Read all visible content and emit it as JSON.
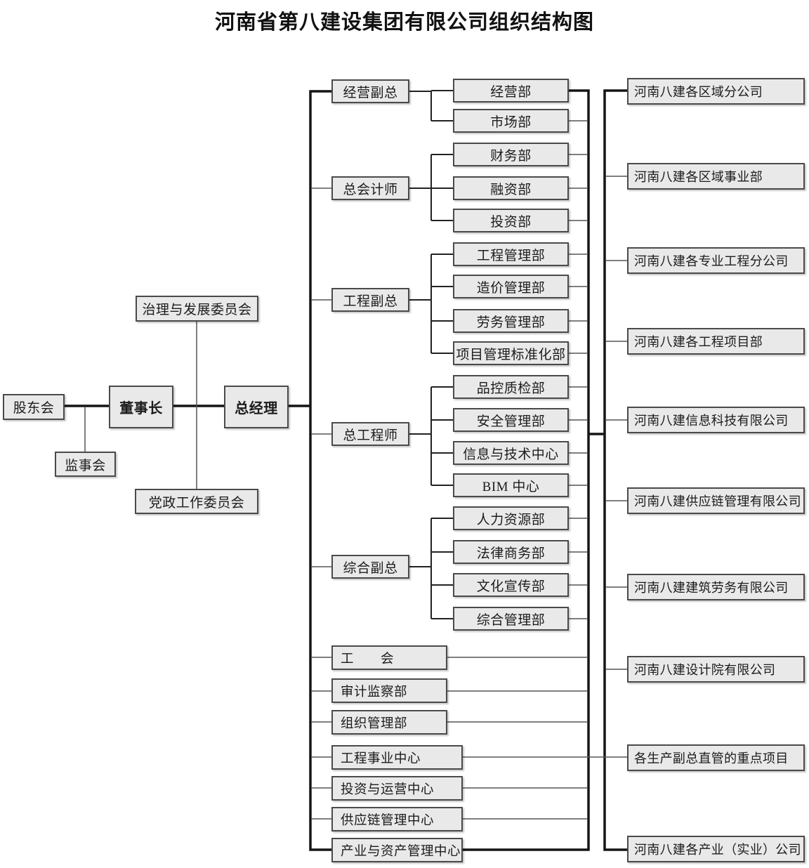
{
  "title": "河南省第八建设集团有限公司组织结构图",
  "governance": {
    "shareholders": "股东会",
    "supervisory_board": "监事会",
    "chairman": "董事长",
    "general_manager": "总经理",
    "governance_committee": "治理与发展委员会",
    "party_committee": "党政工作委员会"
  },
  "executives": [
    {
      "label": "经营副总",
      "departments": [
        "经营部",
        "市场部"
      ]
    },
    {
      "label": "总会计师",
      "departments": [
        "财务部",
        "融资部",
        "投资部"
      ]
    },
    {
      "label": "工程副总",
      "departments": [
        "工程管理部",
        "造价管理部",
        "劳务管理部",
        "项目管理标准化部"
      ]
    },
    {
      "label": "总工程师",
      "departments": [
        "品控质检部",
        "安全管理部",
        "信息与技术中心",
        "BIM 中心"
      ]
    },
    {
      "label": "综合副总",
      "departments": [
        "人力资源部",
        "法律商务部",
        "文化宣传部",
        "综合管理部"
      ]
    }
  ],
  "centers": [
    "工　　会",
    "审计监察部",
    "组织管理部",
    "工程事业中心",
    "投资与运营中心",
    "供应链管理中心",
    "产业与资产管理中心"
  ],
  "subsidiaries": [
    "河南八建各区域分公司",
    "河南八建各区域事业部",
    "河南八建各专业工程分公司",
    "河南八建各工程项目部",
    "河南八建信息科技有限公司",
    "河南八建供应链管理有限公司",
    "河南八建建筑劳务有限公司",
    "河南八建设计院有限公司",
    "各生产副总直管的重点项目",
    "河南八建各产业（实业）公司"
  ]
}
